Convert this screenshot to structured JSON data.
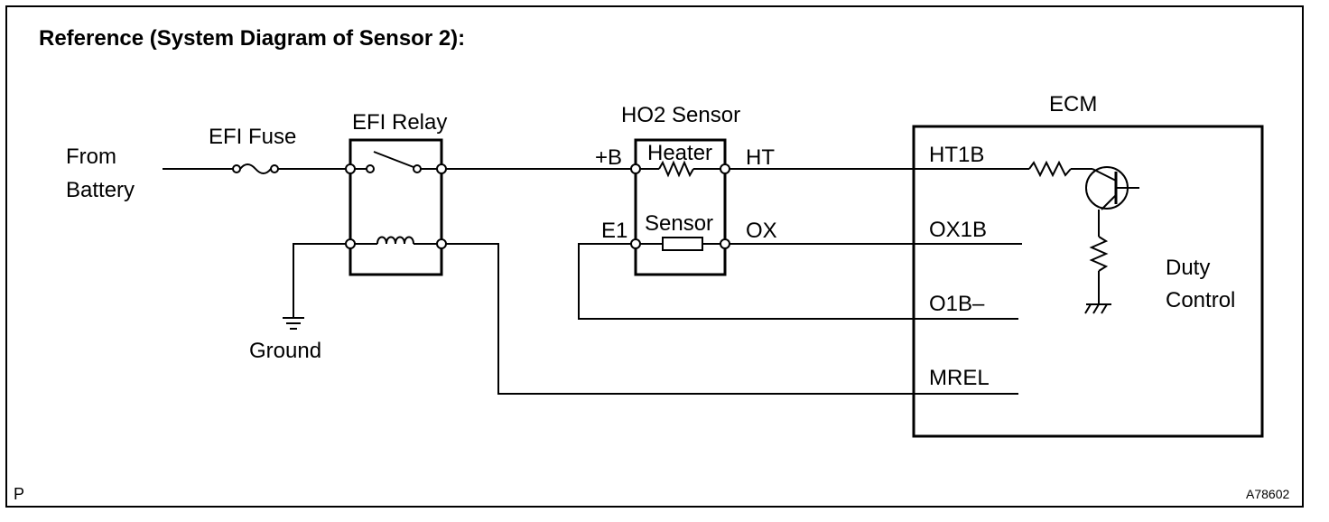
{
  "title": "Reference (System Diagram of Sensor 2):",
  "source": {
    "line1": "From",
    "line2": "Battery"
  },
  "fuse_label": "EFI Fuse",
  "relay_label": "EFI Relay",
  "ground_label": "Ground",
  "sensor_block": {
    "title": "HO2 Sensor",
    "heater": "Heater",
    "sensor": "Sensor",
    "pin_b": "+B",
    "pin_e1": "E1",
    "pin_ht": "HT",
    "pin_ox": "OX"
  },
  "ecm": {
    "title": "ECM",
    "terminals": [
      "HT1B",
      "OX1B",
      "O1B–",
      "MREL"
    ],
    "duty_line1": "Duty",
    "duty_line2": "Control"
  },
  "corner_left": "P",
  "figure_id": "A78602"
}
